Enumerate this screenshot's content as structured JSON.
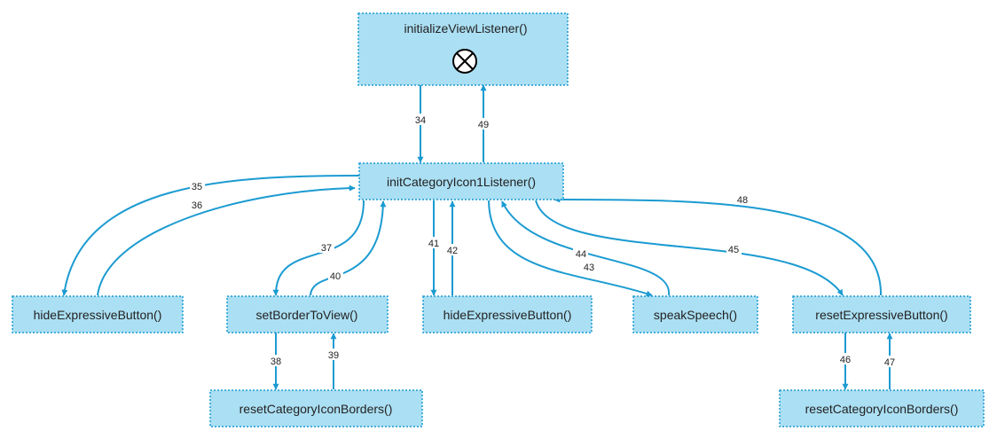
{
  "nodes": {
    "initialize_view_listener": "initializeViewListener()",
    "init_category_icon1_listener": "initCategoryIcon1Listener()",
    "hide_expressive_button_left": "hideExpressiveButton()",
    "set_border_to_view": "setBorderToView()",
    "hide_expressive_button_center": "hideExpressiveButton()",
    "speak_speech": "speakSpeech()",
    "reset_expressive_button": "resetExpressiveButton()",
    "reset_category_icon_borders_left": "resetCategoryIconBorders()",
    "reset_category_icon_borders_right": "resetCategoryIconBorders()"
  },
  "edges": {
    "e34": "34",
    "e35": "35",
    "e36": "36",
    "e37": "37",
    "e38": "38",
    "e39": "39",
    "e40": "40",
    "e41": "41",
    "e42": "42",
    "e43": "43",
    "e44": "44",
    "e45": "45",
    "e46": "46",
    "e47": "47",
    "e48": "48",
    "e49": "49"
  },
  "colors": {
    "node_fill": "#abdff3",
    "node_border": "#1b9bd1",
    "edge": "#1b9bd1"
  },
  "icons": {
    "final_state": "circle-x-icon"
  }
}
